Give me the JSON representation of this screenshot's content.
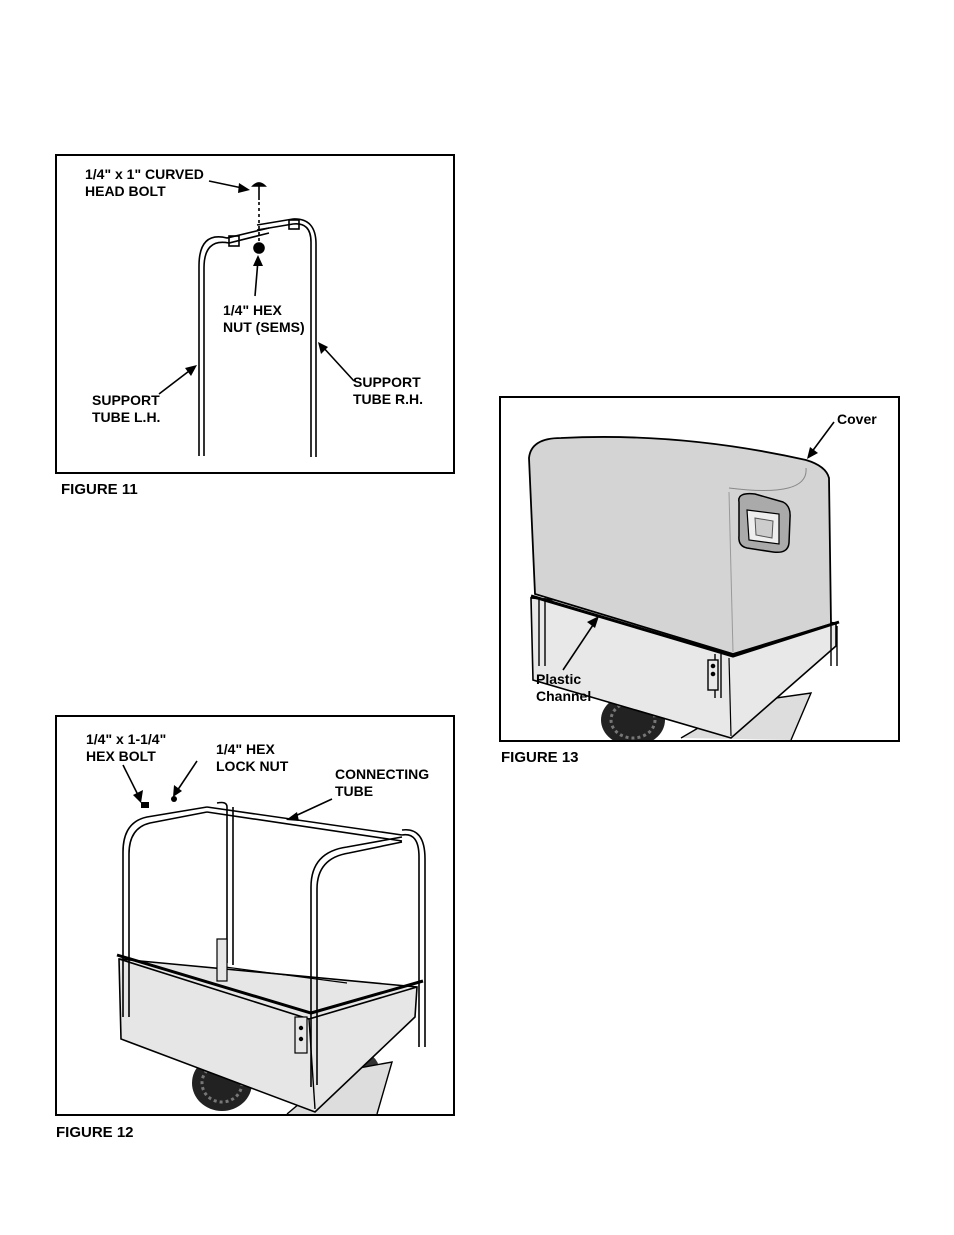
{
  "figure11": {
    "caption": "FIGURE 11",
    "labels": {
      "curved_bolt": "1/4\" x 1\" CURVED\nHEAD BOLT",
      "hex_nut": "1/4\" HEX\nNUT (SEMS)",
      "support_lh": "SUPPORT\nTUBE L.H.",
      "support_rh": "SUPPORT\nTUBE R.H."
    }
  },
  "figure12": {
    "caption": "FIGURE 12",
    "labels": {
      "hex_bolt": "1/4\" x 1-1/4\"\nHEX BOLT",
      "lock_nut": "1/4\" HEX\nLOCK NUT",
      "connecting_tube": "CONNECTING\nTUBE"
    }
  },
  "figure13": {
    "caption": "FIGURE 13",
    "labels": {
      "cover": "Cover",
      "plastic_channel": "Plastic\nChannel"
    }
  }
}
